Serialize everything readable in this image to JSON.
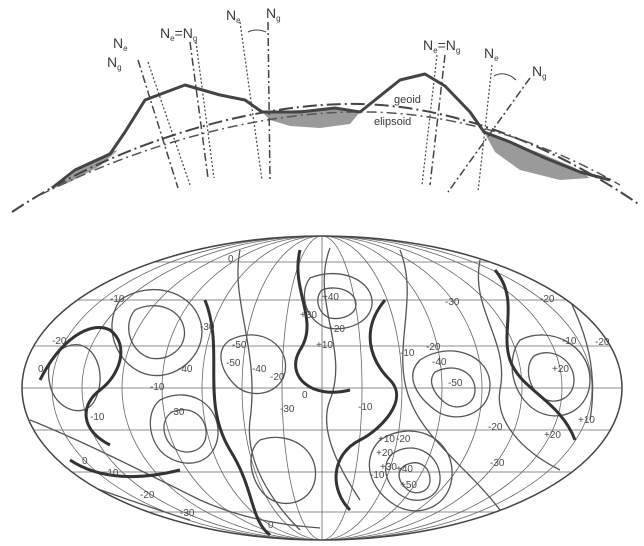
{
  "profile": {
    "curve_geoid": "geoid",
    "curve_ellipsoid": "elipsoid",
    "normal_symbol": "N",
    "sub_e": "e",
    "sub_g": "g",
    "equals": "=",
    "colors": {
      "ink": "#444444",
      "shade": "#9a9a9a"
    }
  },
  "map": {
    "contour_labels": [
      "-10",
      "-20",
      "-30",
      "-40",
      "-50",
      "-10",
      "-30",
      "+40",
      "+30",
      "+20",
      "+10",
      "-20",
      "-50",
      "-40",
      "-30",
      "-10",
      "-40",
      "-50",
      "-20",
      "-30",
      "-10",
      "-20",
      "+20",
      "+10",
      "+10",
      "-10",
      "-20",
      "+20",
      "+30",
      "+40",
      "+50",
      "-20",
      "-30",
      "-10",
      "-30",
      "-20",
      "0",
      "0",
      "0",
      "0",
      "0",
      "-10",
      "-20",
      "+20",
      "-10"
    ],
    "colors": {
      "line": "#555555",
      "heavy": "#333333"
    }
  }
}
